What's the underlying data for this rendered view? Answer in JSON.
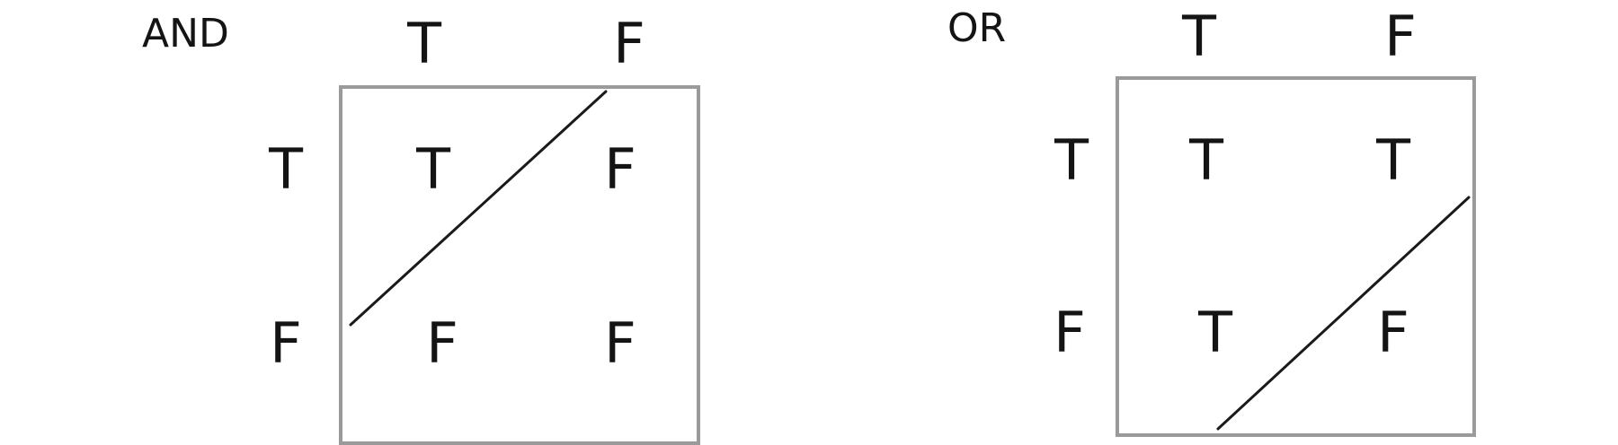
{
  "tables": [
    {
      "operator": "AND",
      "column_headers": [
        "T",
        "F"
      ],
      "row_headers": [
        "T",
        "F"
      ],
      "cells": [
        [
          "T",
          "F"
        ],
        [
          "F",
          "F"
        ]
      ]
    },
    {
      "operator": "OR",
      "column_headers": [
        "T",
        "F"
      ],
      "row_headers": [
        "T",
        "F"
      ],
      "cells": [
        [
          "T",
          "T"
        ],
        [
          "T",
          "F"
        ]
      ]
    }
  ],
  "colors": {
    "ink": "#141414",
    "box_border": "#9a9a9a"
  }
}
